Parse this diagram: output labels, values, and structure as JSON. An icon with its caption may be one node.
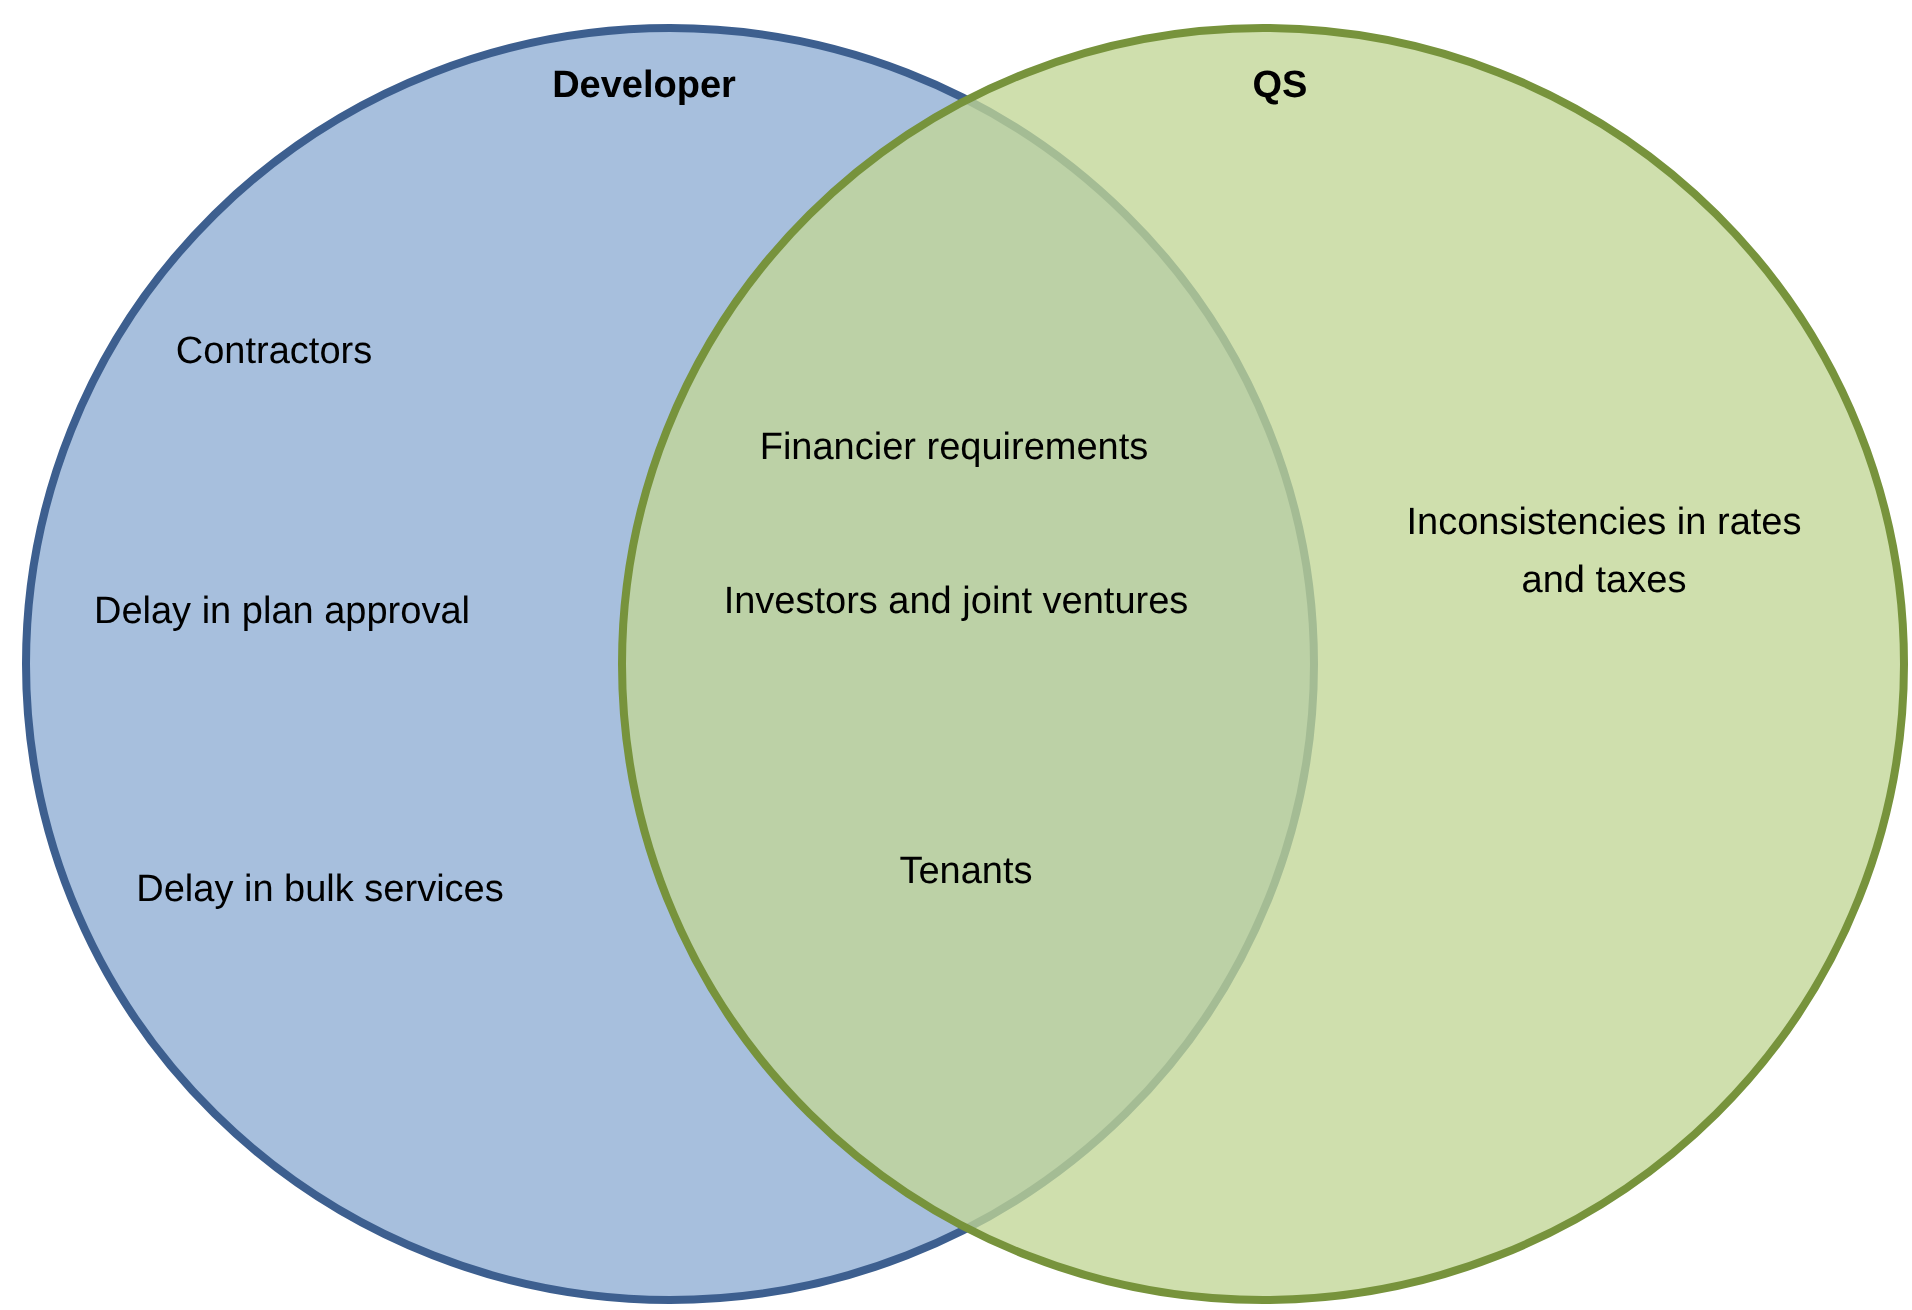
{
  "diagram": {
    "nodes": [
      {
        "text": [
          "Developer",
          "Contractors",
          "Delay in plan approval",
          "Delay in bulk services"
        ]
      },
      {
        "text": [
          "QS",
          "Inconsistencies in rates and taxes"
        ]
      }
    ],
    "edges": [],
    "labels": [
      "Financier requirements",
      "Investors and joint ventures",
      "Tenants"
    ]
  }
}
